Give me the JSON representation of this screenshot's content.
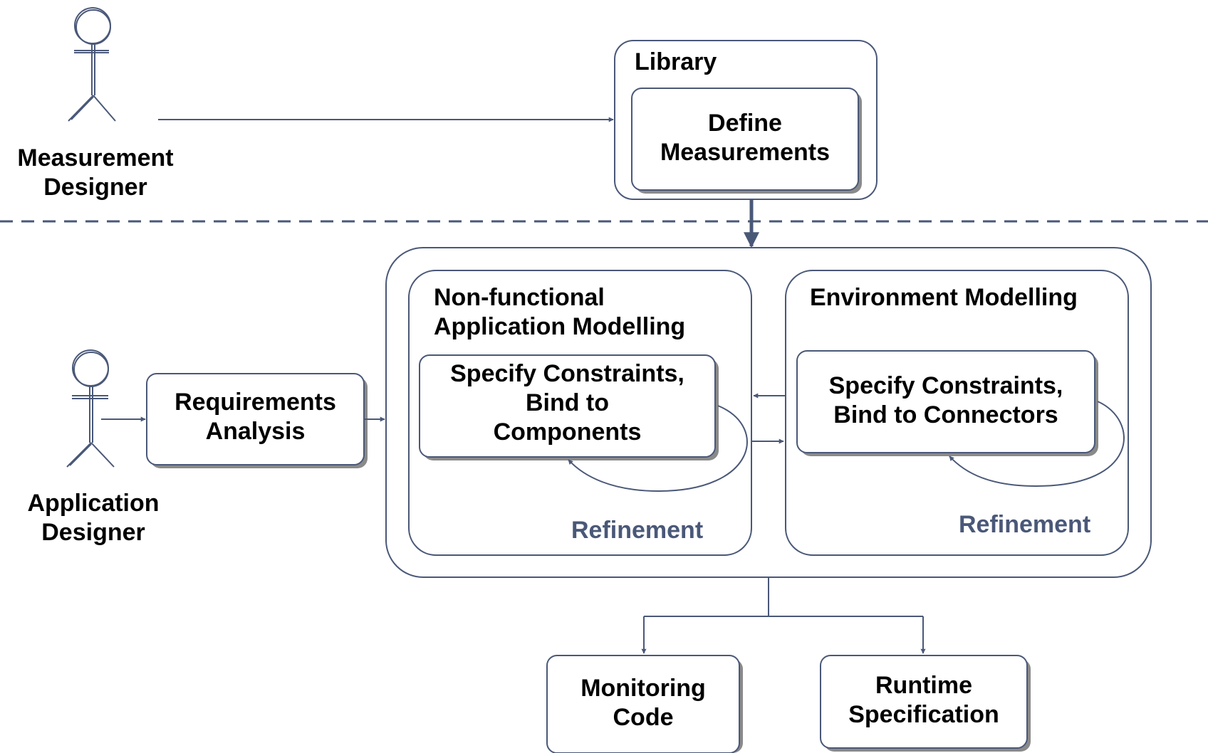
{
  "actors": {
    "measurement_designer": {
      "line1": "Measurement",
      "line2": "Designer"
    },
    "application_designer": {
      "line1": "Application",
      "line2": "Designer"
    }
  },
  "library": {
    "title": "Library",
    "task": {
      "line1": "Define",
      "line2": "Measurements"
    }
  },
  "requirements": {
    "line1": "Requirements",
    "line2": "Analysis"
  },
  "nonfunctional": {
    "title_line1": "Non-functional",
    "title_line2": "Application Modelling",
    "task": {
      "line1": "Specify Constraints,",
      "line2": "Bind to",
      "line3": "Components"
    },
    "loop_label": "Refinement"
  },
  "environment": {
    "title": "Environment Modelling",
    "task": {
      "line1": "Specify Constraints,",
      "line2": "Bind to Connectors"
    },
    "loop_label": "Refinement"
  },
  "outputs": {
    "monitoring": {
      "line1": "Monitoring",
      "line2": "Code"
    },
    "runtime": {
      "line1": "Runtime",
      "line2": "Specification"
    }
  },
  "colors": {
    "line": "#4a5878",
    "text": "#000000",
    "accent": "#4a5878",
    "shadow": "#8a8a8a"
  }
}
